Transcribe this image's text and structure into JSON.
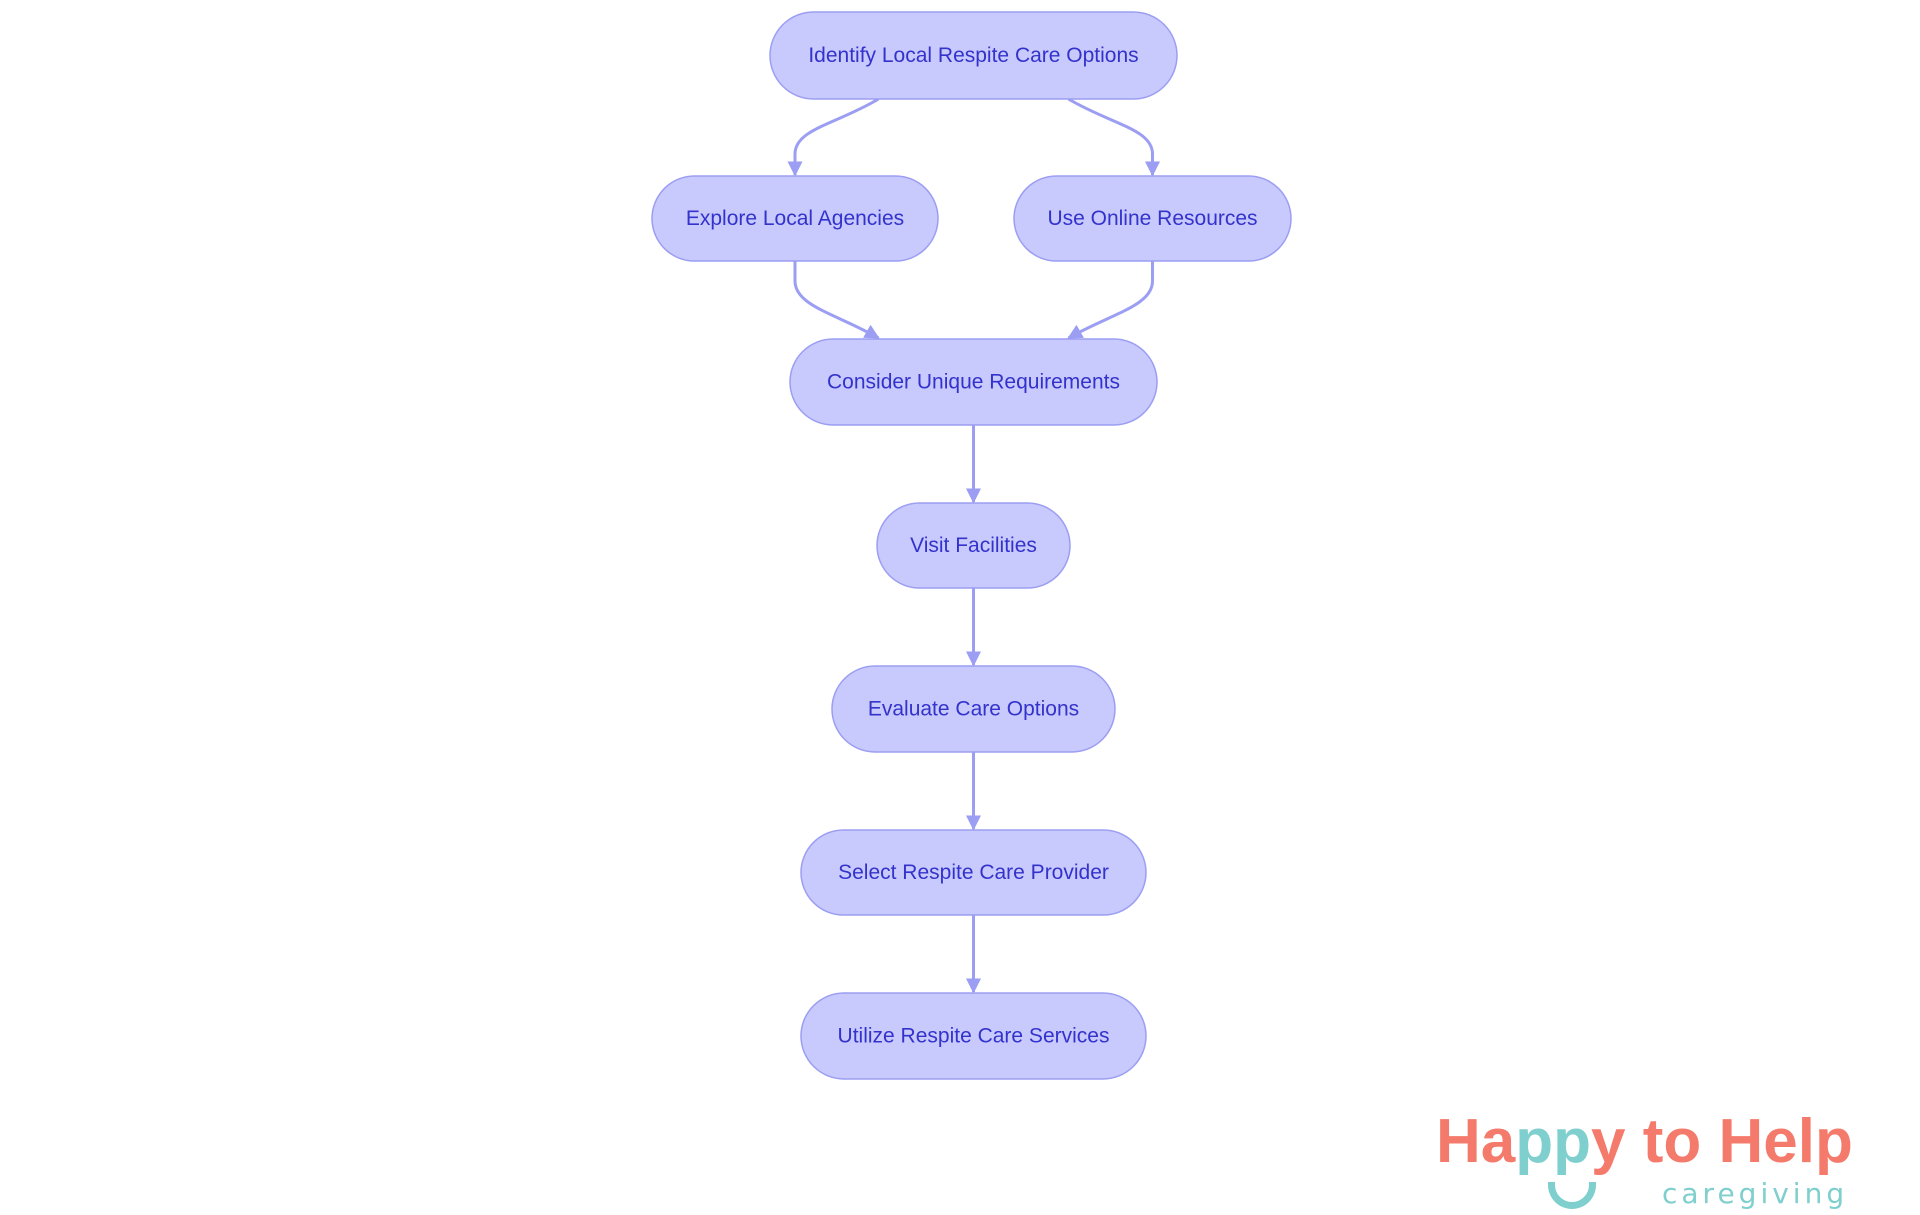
{
  "diagram": {
    "type": "flowchart",
    "colors": {
      "node_fill": "#c8c9fd",
      "node_stroke": "#9b9ef2",
      "text": "#3333cc",
      "edge": "#9b9ef2"
    },
    "nodes": [
      {
        "id": "identify",
        "label": "Identify Local Respite Care Options"
      },
      {
        "id": "explore",
        "label": "Explore Local Agencies"
      },
      {
        "id": "online",
        "label": "Use Online Resources"
      },
      {
        "id": "consider",
        "label": "Consider Unique Requirements"
      },
      {
        "id": "visit",
        "label": "Visit Facilities"
      },
      {
        "id": "evaluate",
        "label": "Evaluate Care Options"
      },
      {
        "id": "select",
        "label": "Select Respite Care Provider"
      },
      {
        "id": "utilize",
        "label": "Utilize Respite Care Services"
      }
    ],
    "edges": [
      {
        "from": "identify",
        "to": "explore"
      },
      {
        "from": "identify",
        "to": "online"
      },
      {
        "from": "explore",
        "to": "consider"
      },
      {
        "from": "online",
        "to": "consider"
      },
      {
        "from": "consider",
        "to": "visit"
      },
      {
        "from": "visit",
        "to": "evaluate"
      },
      {
        "from": "evaluate",
        "to": "select"
      },
      {
        "from": "select",
        "to": "utilize"
      }
    ]
  },
  "logo": {
    "part1": "Ha",
    "part2": "pp",
    "part3": "y to Help",
    "tagline": "caregiving",
    "colors": {
      "coral": "#f47b6c",
      "teal": "#7ecfcd"
    }
  }
}
